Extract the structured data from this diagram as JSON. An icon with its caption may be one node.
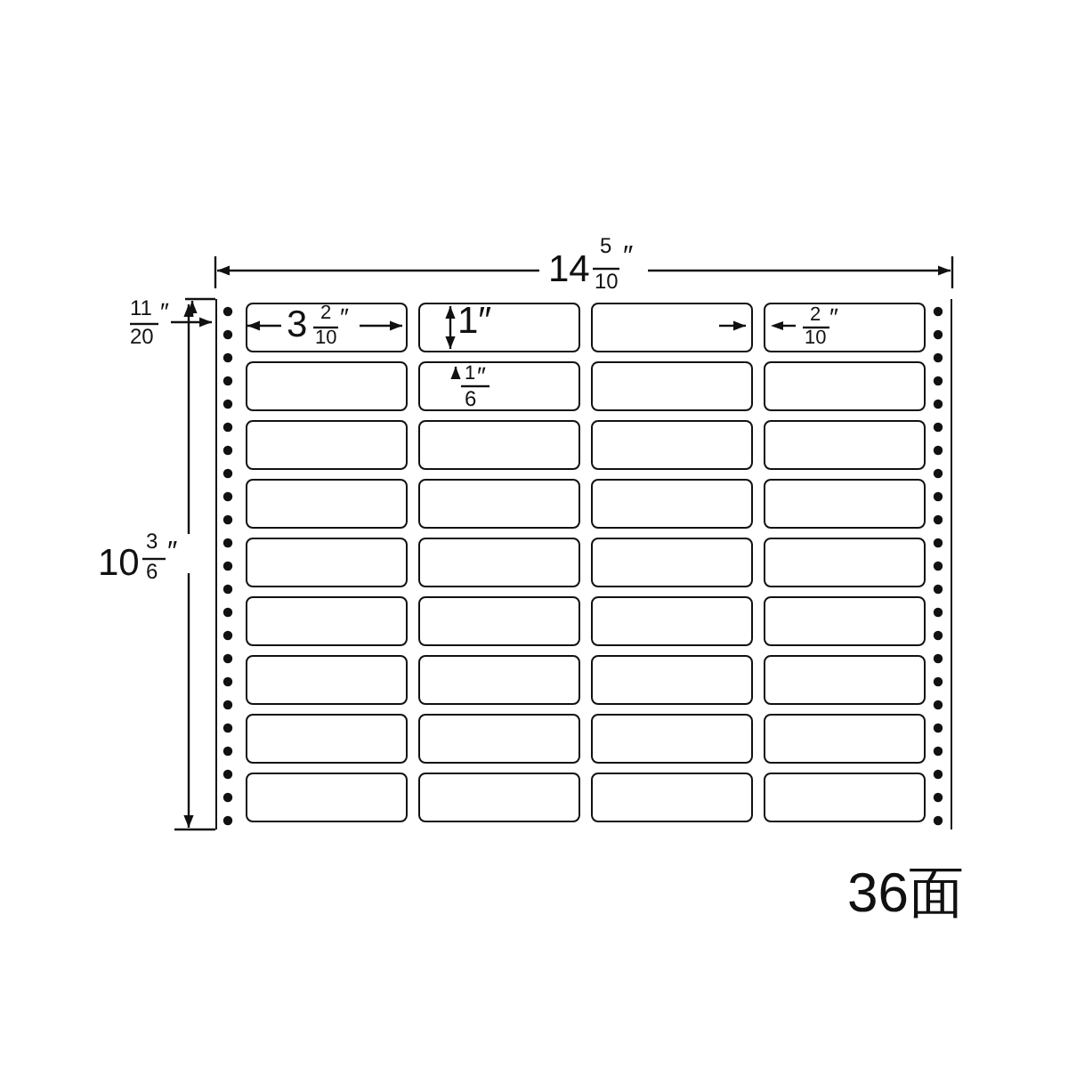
{
  "diagram": {
    "nodes": [
      {
        "text": [],
        "shape": "box"
      },
      {
        "text": [],
        "shape": "box",
        "in": 0
      },
      {
        "text": [],
        "shape": "box",
        "in": 0
      },
      {
        "text": [],
        "shape": "box",
        "in": 0
      },
      {
        "text": [],
        "shape": "box",
        "in": 0
      },
      {
        "text": [],
        "shape": "box",
        "in": 0
      },
      {
        "text": [],
        "shape": "box",
        "in": 0
      },
      {
        "text": [],
        "shape": "box",
        "in": 0
      },
      {
        "text": [],
        "shape": "box",
        "in": 0
      },
      {
        "text": [],
        "shape": "box",
        "in": 0
      },
      {
        "text": [],
        "shape": "box",
        "in": 0
      },
      {
        "text": [],
        "shape": "box",
        "in": 0
      },
      {
        "text": [],
        "shape": "box",
        "in": 0
      },
      {
        "text": [],
        "shape": "box",
        "in": 0
      },
      {
        "text": [],
        "shape": "box",
        "in": 0
      },
      {
        "text": [],
        "shape": "box",
        "in": 0
      },
      {
        "text": [],
        "shape": "box",
        "in": 0
      },
      {
        "text": [],
        "shape": "box",
        "in": 0
      },
      {
        "text": [],
        "shape": "box",
        "in": 0
      },
      {
        "text": [],
        "shape": "box",
        "in": 0
      },
      {
        "text": [],
        "shape": "box",
        "in": 0
      },
      {
        "text": [],
        "shape": "box",
        "in": 0
      },
      {
        "text": [],
        "shape": "box",
        "in": 0
      },
      {
        "text": [],
        "shape": "box",
        "in": 0
      },
      {
        "text": [],
        "shape": "box",
        "in": 0
      },
      {
        "text": [],
        "shape": "box",
        "in": 0
      },
      {
        "text": [],
        "shape": "box",
        "in": 0
      },
      {
        "text": [],
        "shape": "box",
        "in": 0
      },
      {
        "text": [],
        "shape": "box",
        "in": 0
      },
      {
        "text": [],
        "shape": "box",
        "in": 0
      },
      {
        "text": [],
        "shape": "box",
        "in": 0
      },
      {
        "text": [],
        "shape": "box",
        "in": 0
      },
      {
        "text": [],
        "shape": "box",
        "in": 0
      },
      {
        "text": [],
        "shape": "box",
        "in": 0
      },
      {
        "text": [],
        "shape": "box",
        "in": 0
      },
      {
        "text": [],
        "shape": "box",
        "in": 0
      },
      {
        "text": [],
        "shape": "box",
        "in": 0
      }
    ],
    "labels": [
      "14",
      "5",
      "10",
      "″",
      "11",
      "″",
      "20",
      "3",
      "2",
      "″",
      "10",
      "1″",
      "2",
      "″",
      "10",
      "1",
      "″",
      "6",
      "10",
      "3",
      "6",
      "″",
      "36面"
    ]
  }
}
